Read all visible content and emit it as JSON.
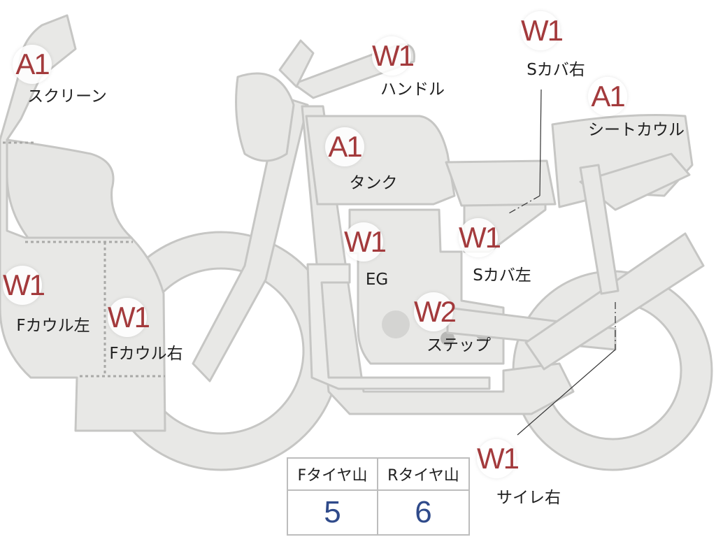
{
  "parts": [
    {
      "key": "screen",
      "grade": "A1",
      "label": "スクリーン"
    },
    {
      "key": "handle",
      "grade": "W1",
      "label": "ハンドル"
    },
    {
      "key": "s_cover_right",
      "grade": "W1",
      "label": "Sカバ右"
    },
    {
      "key": "seat_cowl",
      "grade": "A1",
      "label": "シートカウル"
    },
    {
      "key": "tank",
      "grade": "A1",
      "label": "タンク"
    },
    {
      "key": "engine",
      "grade": "W1",
      "label": "EG"
    },
    {
      "key": "s_cover_left",
      "grade": "W1",
      "label": "Sカバ左"
    },
    {
      "key": "f_cowl_left",
      "grade": "W1",
      "label": "Fカウル左"
    },
    {
      "key": "f_cowl_right",
      "grade": "W1",
      "label": "Fカウル右"
    },
    {
      "key": "step",
      "grade": "W2",
      "label": "ステップ"
    },
    {
      "key": "silencer_right",
      "grade": "W1",
      "label": "サイレ右"
    }
  ],
  "tread_table": {
    "headers": [
      "Fタイヤ山",
      "Rタイヤ山"
    ],
    "values": [
      "5",
      "6"
    ]
  },
  "colors": {
    "bike_fill": "#e8e8e6",
    "bike_outline": "#c8c8c6",
    "grade": "#a33a3c",
    "value": "#2f4a8a"
  }
}
